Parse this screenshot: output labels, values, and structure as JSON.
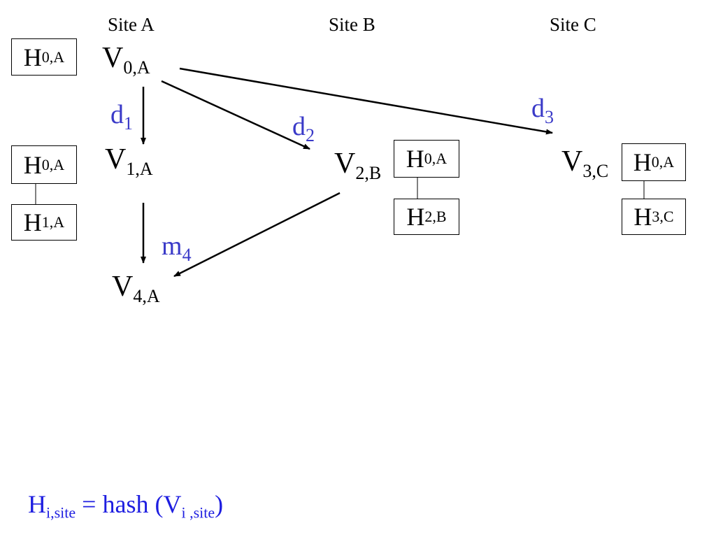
{
  "sites": {
    "a": "Site A",
    "b": "Site B",
    "c": "Site C"
  },
  "nodes": {
    "v0a": {
      "base": "V",
      "sub": "0,A"
    },
    "v1a": {
      "base": "V",
      "sub": "1,A"
    },
    "v2b": {
      "base": "V",
      "sub": "2,B"
    },
    "v3c": {
      "base": "V",
      "sub": "3,C"
    },
    "v4a": {
      "base": "V",
      "sub": "4,A"
    }
  },
  "hash_boxes": {
    "h0a_top": {
      "base": "H",
      "sub": "0,A"
    },
    "h0a_left": {
      "base": "H",
      "sub": "0,A"
    },
    "h1a_left": {
      "base": "H",
      "sub": "1,A"
    },
    "h0a_b": {
      "base": "H",
      "sub": "0,A"
    },
    "h2b": {
      "base": "H",
      "sub": "2,B"
    },
    "h0a_c": {
      "base": "H",
      "sub": "0,A"
    },
    "h3c": {
      "base": "H",
      "sub": "3,C"
    }
  },
  "edge_labels": {
    "d1": {
      "base": "d",
      "sub": "1"
    },
    "d2": {
      "base": "d",
      "sub": "2"
    },
    "d3": {
      "base": "d",
      "sub": "3"
    },
    "m4": {
      "base": "m",
      "sub": "4"
    }
  },
  "formula": {
    "h": "H",
    "h_sub": "i,site",
    "middle": " = hash (V",
    "v_sub": "i ,site",
    "close": ")"
  },
  "colors": {
    "edge_label": "#3a3ac8",
    "formula": "#1e1ee0",
    "lines": "#000000"
  }
}
